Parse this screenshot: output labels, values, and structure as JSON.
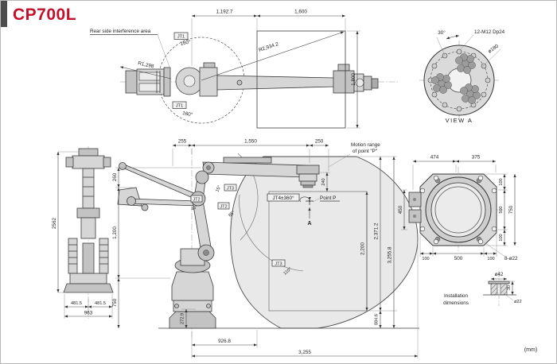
{
  "title": "CP700L",
  "units_note": "(mm)",
  "top_view": {
    "rear_area_label": "Rear side interference area",
    "rear_radius": "R1,298",
    "jt1_label_top": "JT1",
    "jt1_angle_top": "160°",
    "jt1_label_bottom": "JT1",
    "jt1_angle_bottom": "160°",
    "dim_width_left": "1,192.7",
    "dim_width_right": "1,600",
    "dim_height": "1,800",
    "reach_radius": "R2,934.2"
  },
  "view_a": {
    "caption": "VIEW A",
    "angle": "30°",
    "bolt_spec": "12-M12 Dp24",
    "bolt_circle_dia": "ø180"
  },
  "front_view": {
    "dim_height": "2562",
    "dim_half_left": "481.5",
    "dim_half_right": "481.5",
    "dim_total": "963"
  },
  "elevation": {
    "dim_255": "255",
    "dim_1550": "1,550",
    "dim_250": "250",
    "dim_260": "260",
    "dim_1200": "1,200",
    "dim_750": "750",
    "dim_240": "240",
    "jt4_label": "JT4±360°",
    "point_p_label": "Point P",
    "section_arrow": "A",
    "motion_range_line1": "Motion range",
    "motion_range_line2": "of point \"P\"",
    "jt3_label": "JT3",
    "jt3_angle": "15°",
    "jt2_front_label": "JT2",
    "jt2_front_angle": "45°",
    "jt2_back_label": "JT2",
    "jt2_back_angle": "85°",
    "jt3_lower_label": "JT3",
    "jt3_lower_angle": "110°",
    "dim_272_9": "272.9",
    "dim_926_8": "926.8",
    "dim_3255": "3,255",
    "dim_2200": "2,200",
    "dim_2371_2": "2,371.2",
    "dim_3255_8": "3,255.8",
    "dim_884_6": "884.6"
  },
  "base_view": {
    "dim_474": "474",
    "dim_375": "375",
    "dim_450": "450",
    "dim_750": "750",
    "right_dims": [
      "100",
      "500",
      "100"
    ],
    "bottom_dims": [
      "100",
      "500",
      "100"
    ],
    "holes_label": "8-ø22"
  },
  "install_detail": {
    "label_line1": "Installation",
    "label_line2": "dimensions",
    "dia_42": "ø42",
    "dim_30": "30",
    "dia_22": "ø22"
  }
}
